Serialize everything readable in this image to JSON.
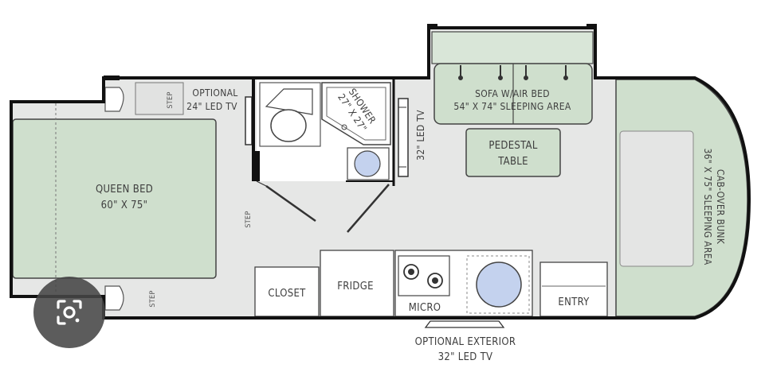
{
  "labels": {
    "optional_tv_bedroom": [
      "OPTIONAL",
      "24\" LED TV"
    ],
    "shower": [
      "SHOWER",
      "27\" X 27\""
    ],
    "led_tv_32": "32\" LED TV",
    "sofa": [
      "SOFA W/AIR BED",
      "54\" X 74\" SLEEPING AREA"
    ],
    "pedestal_table": [
      "PEDESTAL",
      "TABLE"
    ],
    "queen_bed": [
      "QUEEN BED",
      "60\" X 75\""
    ],
    "cab_over": [
      "CAB-OVER BUNK",
      "36\" X 75\" SLEEPING AREA"
    ],
    "closet": "CLOSET",
    "fridge": "FRIDGE",
    "micro": "MICRO",
    "entry": "ENTRY",
    "exterior_tv": [
      "OPTIONAL EXTERIOR",
      "32\" LED TV"
    ],
    "step": "STEP"
  },
  "colors": {
    "bed_green": "#cfdfcd",
    "floor_gray": "#e6e7e6",
    "wall_black": "#111111",
    "fixture_blue": "#c4d2ee"
  },
  "icons": {
    "overlay": "camera-lens-icon"
  }
}
